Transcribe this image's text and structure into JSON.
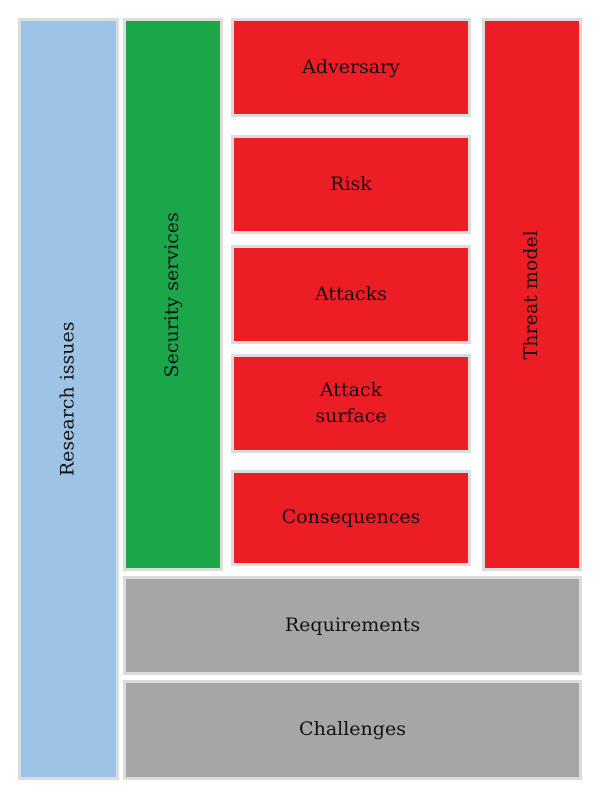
{
  "research_issues": {
    "label": "Research issues",
    "color": "#9dc3e6"
  },
  "security_services": {
    "label": "Security services",
    "color": "#1ca64a"
  },
  "threat_model": {
    "label": "Threat model",
    "color": "#ec1d24",
    "components": [
      "Adversary",
      "Risk",
      "Attacks",
      "Attack\nsurface",
      "Consequences"
    ]
  },
  "requirements": {
    "label": "Requirements",
    "color": "#a6a6a6"
  },
  "challenges": {
    "label": "Challenges",
    "color": "#a6a6a6"
  }
}
